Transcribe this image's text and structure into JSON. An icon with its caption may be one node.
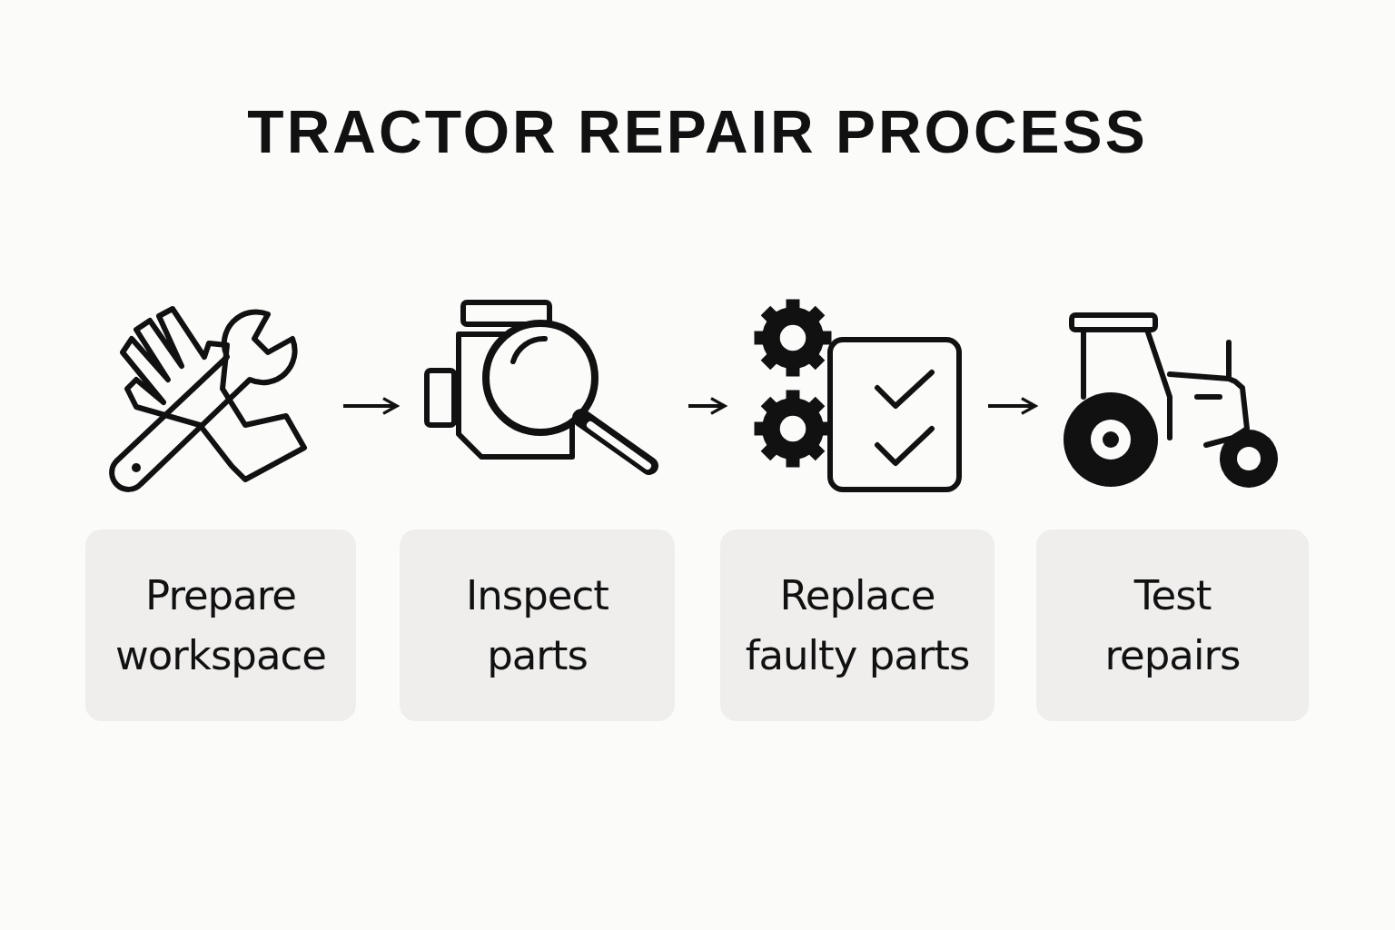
{
  "diagram": {
    "title": "TRACTOR REPAIR PROCESS",
    "nodes": [
      {
        "text": [],
        "shape": "picture"
      },
      {
        "text": [],
        "shape": "picture"
      },
      {
        "text": [],
        "shape": "picture"
      },
      {
        "text": [],
        "shape": "picture"
      },
      {
        "text": [
          "Prepare workspace"
        ]
      },
      {
        "text": [
          "Inspect parts"
        ]
      },
      {
        "text": [
          "Replace faulty parts"
        ]
      },
      {
        "text": [
          "Test repairs"
        ]
      }
    ],
    "edges": [
      {
        "from": 0,
        "to": 1,
        "arrow": "to"
      },
      {
        "from": 1,
        "to": 2,
        "arrow": "to"
      },
      {
        "from": 2,
        "to": 3,
        "arrow": "to"
      }
    ]
  }
}
